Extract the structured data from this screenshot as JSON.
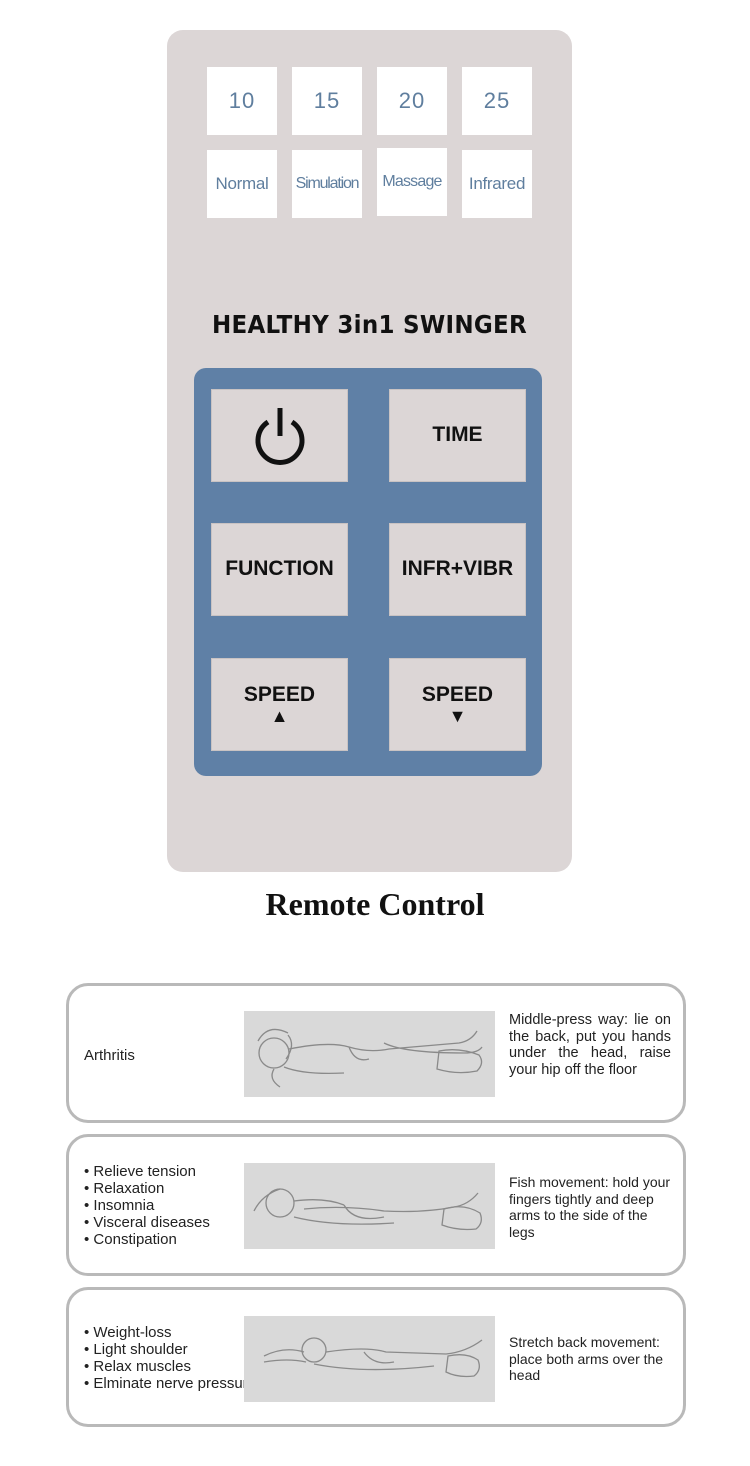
{
  "remote": {
    "timers": [
      "10",
      "15",
      "20",
      "25"
    ],
    "modes": [
      "Normal",
      "Simulation",
      "Massage",
      "Infrared"
    ],
    "brand": "HEALTHY 3in1 SWINGER",
    "buttons": {
      "power_icon": "power-icon",
      "time": "TIME",
      "function": "FUNCTION",
      "infr_vibr": "INFR+VIBR",
      "speed_up": "SPEED",
      "speed_up_arrow": "▲",
      "speed_down": "SPEED",
      "speed_down_arrow": "▼"
    },
    "colors": {
      "body": "#dcd6d6",
      "panel": "#5f80a6",
      "indicator_text": "#5f7e9e"
    }
  },
  "caption": "Remote Control",
  "cards": [
    {
      "benefits": [
        "Arthritis"
      ],
      "description": "Middle-press way: lie on the back, put you hands under the head, raise your hip off the floor"
    },
    {
      "benefits": [
        "Relieve tension",
        "Relaxation",
        "Insomnia",
        "Visceral diseases",
        "Constipation"
      ],
      "description": "Fish movement: hold your fingers tightly and deep arms to the side of the legs"
    },
    {
      "benefits": [
        "Weight-loss",
        "Light shoulder",
        "Relax muscles",
        "Elminate nerve pressure"
      ],
      "description": "Stretch back movement: place both arms over the head"
    }
  ]
}
